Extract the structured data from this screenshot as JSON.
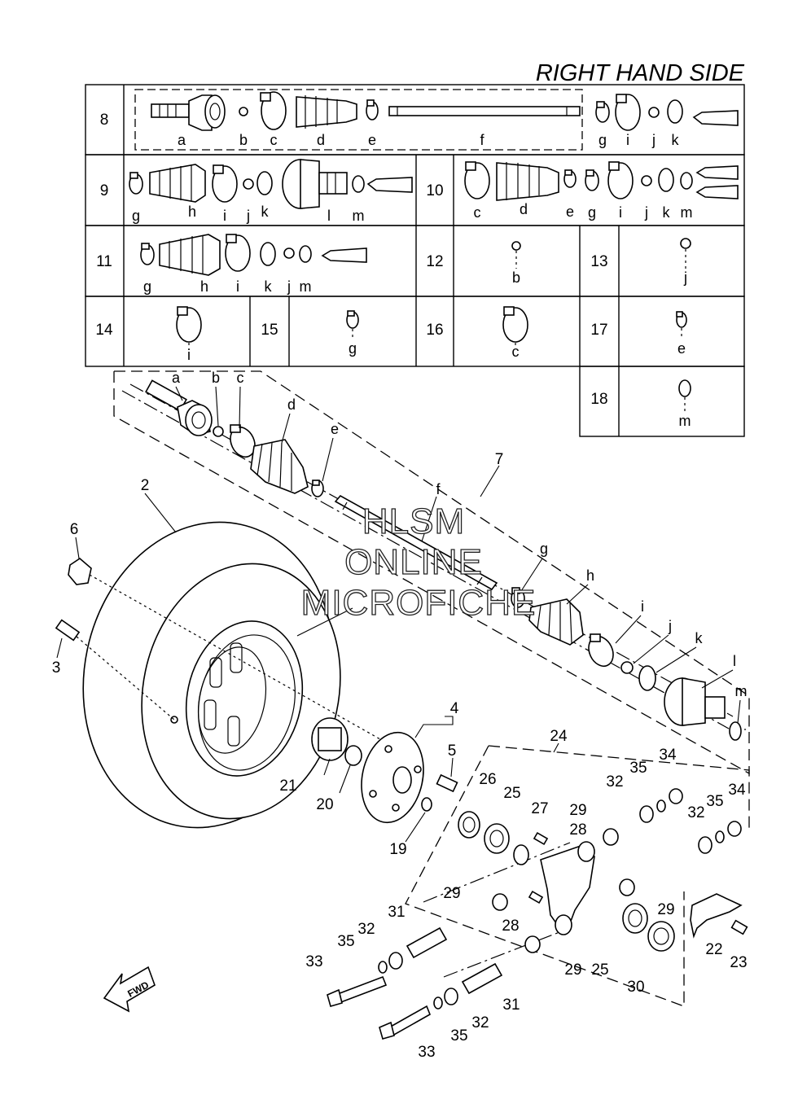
{
  "title": "RIGHT HAND SIDE",
  "watermark": [
    "HLSM",
    "ONLINE",
    "MICROFICHE"
  ],
  "fwd_label": "FWD",
  "kit_table": {
    "rows": [
      {
        "num": "8",
        "letters": [
          "a",
          "b",
          "c",
          "d",
          "e",
          "f",
          "g",
          "i",
          "j",
          "k"
        ]
      },
      {
        "num": "9",
        "letters": [
          "g",
          "h",
          "i",
          "j",
          "k",
          "l",
          "m"
        ]
      },
      {
        "num": "10",
        "letters": [
          "c",
          "d",
          "e",
          "g",
          "i",
          "j",
          "k",
          "m"
        ]
      },
      {
        "num": "11",
        "letters": [
          "g",
          "h",
          "i",
          "k",
          "j",
          "m"
        ]
      },
      {
        "num": "12",
        "letters": [
          "b"
        ]
      },
      {
        "num": "13",
        "letters": [
          "j"
        ]
      },
      {
        "num": "14",
        "letters": [
          "i"
        ]
      },
      {
        "num": "15",
        "letters": [
          "g"
        ]
      },
      {
        "num": "16",
        "letters": [
          "c"
        ]
      },
      {
        "num": "17",
        "letters": [
          "e"
        ]
      },
      {
        "num": "18",
        "letters": [
          "m"
        ]
      }
    ]
  },
  "shaft_letters": [
    "a",
    "b",
    "c",
    "d",
    "e",
    "f",
    "g",
    "h",
    "i",
    "j",
    "k",
    "l",
    "m"
  ],
  "callouts": [
    "2",
    "3",
    "4",
    "5",
    "6",
    "7",
    "19",
    "20",
    "21",
    "22",
    "23",
    "24",
    "25",
    "25",
    "26",
    "27",
    "28",
    "28",
    "29",
    "29",
    "29",
    "29",
    "30",
    "31",
    "31",
    "32",
    "32",
    "32",
    "32",
    "33",
    "33",
    "34",
    "34",
    "35",
    "35",
    "35",
    "35"
  ]
}
